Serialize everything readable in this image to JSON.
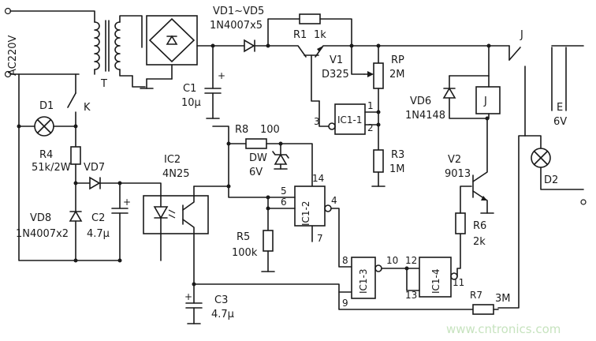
{
  "labels": {
    "ac_input": "AC220V",
    "transformer": "T",
    "switch_k": "K",
    "bridge": "VD1~VD5",
    "bridge_part": "1N4007x5",
    "r1": "R1",
    "r1_value": "1k",
    "v1": "V1",
    "v1_part": "D325",
    "rp": "RP",
    "rp_value": "2M",
    "c1": "C1",
    "c1_value": "10μ",
    "d1": "D1",
    "r4": "R4",
    "r4_value": "51k/2W",
    "vd7": "VD7",
    "vd8": "VD8",
    "vd8_part": "1N4007x2",
    "c2": "C2",
    "c2_value": "4.7μ",
    "ic2": "IC2",
    "ic2_part": "4N25",
    "r8": "R8",
    "r8_value": "100",
    "dw": "DW",
    "dw_value": "6V",
    "ic1_1": "IC1-1",
    "ic1_2": "IC1-2",
    "ic1_3": "IC1-3",
    "ic1_4": "IC1-4",
    "r3": "R3",
    "r3_value": "1M",
    "r5": "R5",
    "r5_value": "100k",
    "c3": "C3",
    "c3_value": "4.7μ",
    "vd6": "VD6",
    "vd6_part": "1N4148",
    "relay_j": "J",
    "switch_j": "J",
    "v2": "V2",
    "v2_part": "9013",
    "r6": "R6",
    "r6_value": "2k",
    "r7": "R7",
    "r7_value": "3M",
    "battery_e": "E",
    "battery_value": "6V",
    "d2": "D2",
    "pin_1": "1",
    "pin_2": "2",
    "pin_3": "3",
    "pin_4": "4",
    "pin_5": "5",
    "pin_6": "6",
    "pin_7": "7",
    "pin_8": "8",
    "pin_9": "9",
    "pin_10": "10",
    "pin_11": "11",
    "pin_12": "12",
    "pin_13": "13",
    "pin_14": "14",
    "polarity_plus": "+",
    "watermark": "www.cntronics.com"
  }
}
